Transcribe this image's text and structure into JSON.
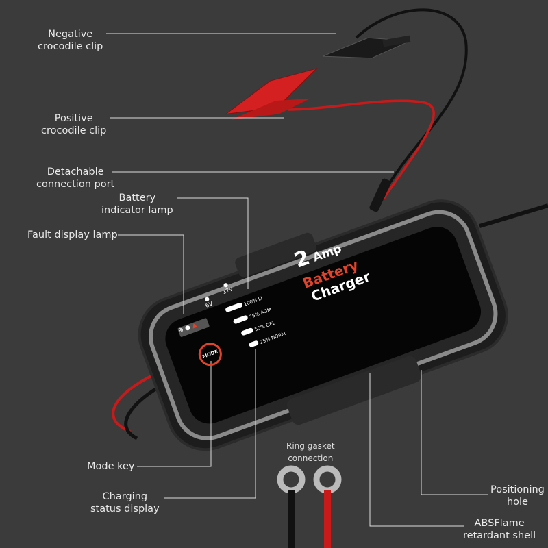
{
  "labels": {
    "negative_clip": [
      "Negative",
      "crocodile clip"
    ],
    "positive_clip": [
      "Positive",
      "crocodile clip"
    ],
    "detachable_port": [
      "Detachable",
      "connection port"
    ],
    "battery_lamp": [
      "Battery",
      "indicator lamp"
    ],
    "fault_lamp": "Fault display lamp",
    "mode_key": "Mode key",
    "charging_display": [
      "Charging",
      "status display"
    ],
    "positioning_hole": [
      "Positioning",
      "hole"
    ],
    "abs_shell": [
      "ABSFlame",
      "retardant shell"
    ],
    "ring_gasket": [
      "Ring gasket",
      "connection"
    ]
  },
  "device": {
    "amp": "2",
    "amp_unit": "Amp",
    "line1": "Battery",
    "line2": "Charger",
    "v6": "6V",
    "v12": "12V",
    "mode": "MODE",
    "levels": [
      "100% LI",
      "75% AGM",
      "50% GEL",
      "25% NORM"
    ]
  },
  "colors": {
    "accent": "#e0452c",
    "background": "#3b3b3b"
  }
}
